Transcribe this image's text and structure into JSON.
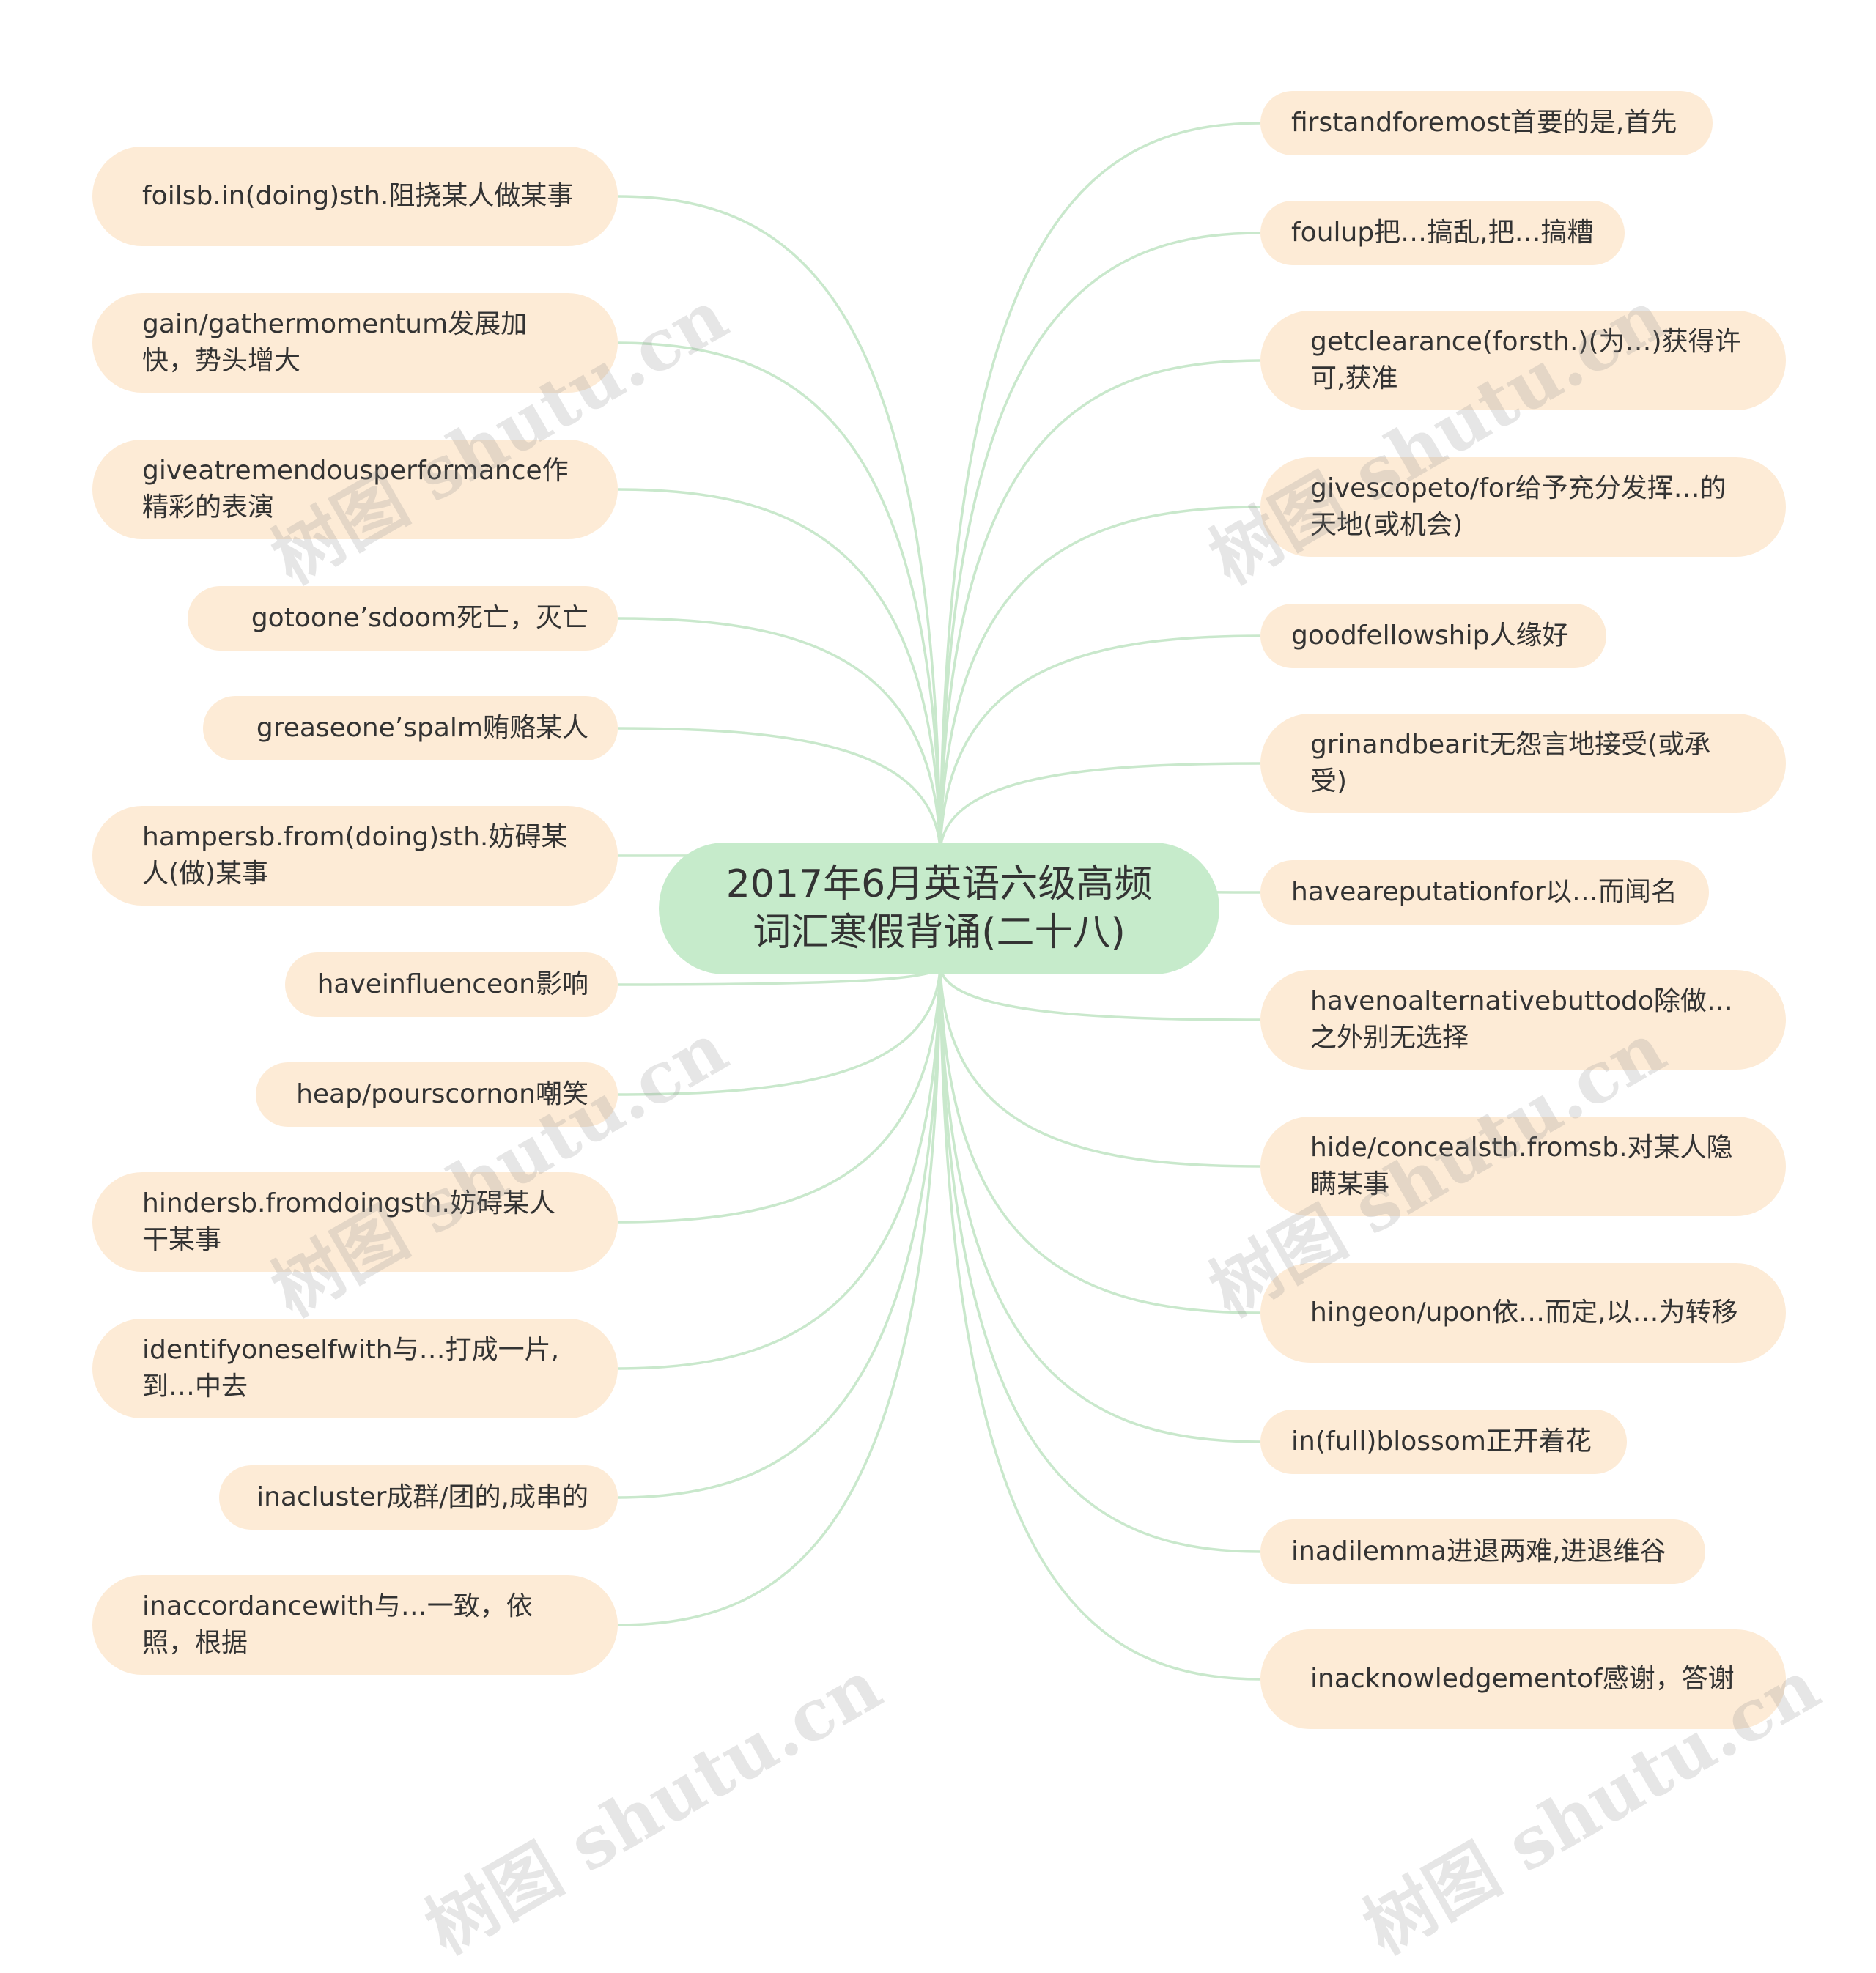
{
  "center": {
    "title": "2017年6月英语六级高频词汇寒假背诵(二十八)"
  },
  "left_nodes": [
    "foilsb.in(doing)sth.阻挠某人做某事",
    "gain/gathermomentum发展加快，势头增大",
    "giveatremendousperformance作精彩的表演",
    "gotoone’sdoom死亡，灭亡",
    "greaseone’spalm贿赂某人",
    "hampersb.from(doing)sth.妨碍某人(做)某事",
    "haveinfluenceon影响",
    "heap/pourscornon嘲笑",
    "hindersb.fromdoingsth.妨碍某人干某事",
    "identifyoneselfwith与…打成一片,到…中去",
    "inacluster成群/团的,成串的",
    "inaccordancewith与…一致，依照，根据"
  ],
  "right_nodes": [
    "firstandforemost首要的是,首先",
    "foulup把…搞乱,把…搞糟",
    "getclearance(forsth.)(为…)获得许可,获准",
    "givescopeto/for给予充分发挥…的天地(或机会)",
    "goodfellowship人缘好",
    "grinandbearit无怨言地接受(或承受)",
    "haveareputationfor以…而闻名",
    "havenoalternativebuttodo除做…之外别无选择",
    "hide/concealsth.fromsb.对某人隐瞒某事",
    "hingeon/upon依…而定,以…为转移",
    "in(full)blossom正开着花",
    "inadilemma进退两难,进退维谷",
    "inacknowledgementof感谢，答谢"
  ],
  "watermark": "树图 shutu.cn",
  "colors": {
    "link": "#c9e8cc",
    "node_fill": "#fdebd6",
    "center_fill": "#c6ebcb",
    "text": "#333333"
  }
}
